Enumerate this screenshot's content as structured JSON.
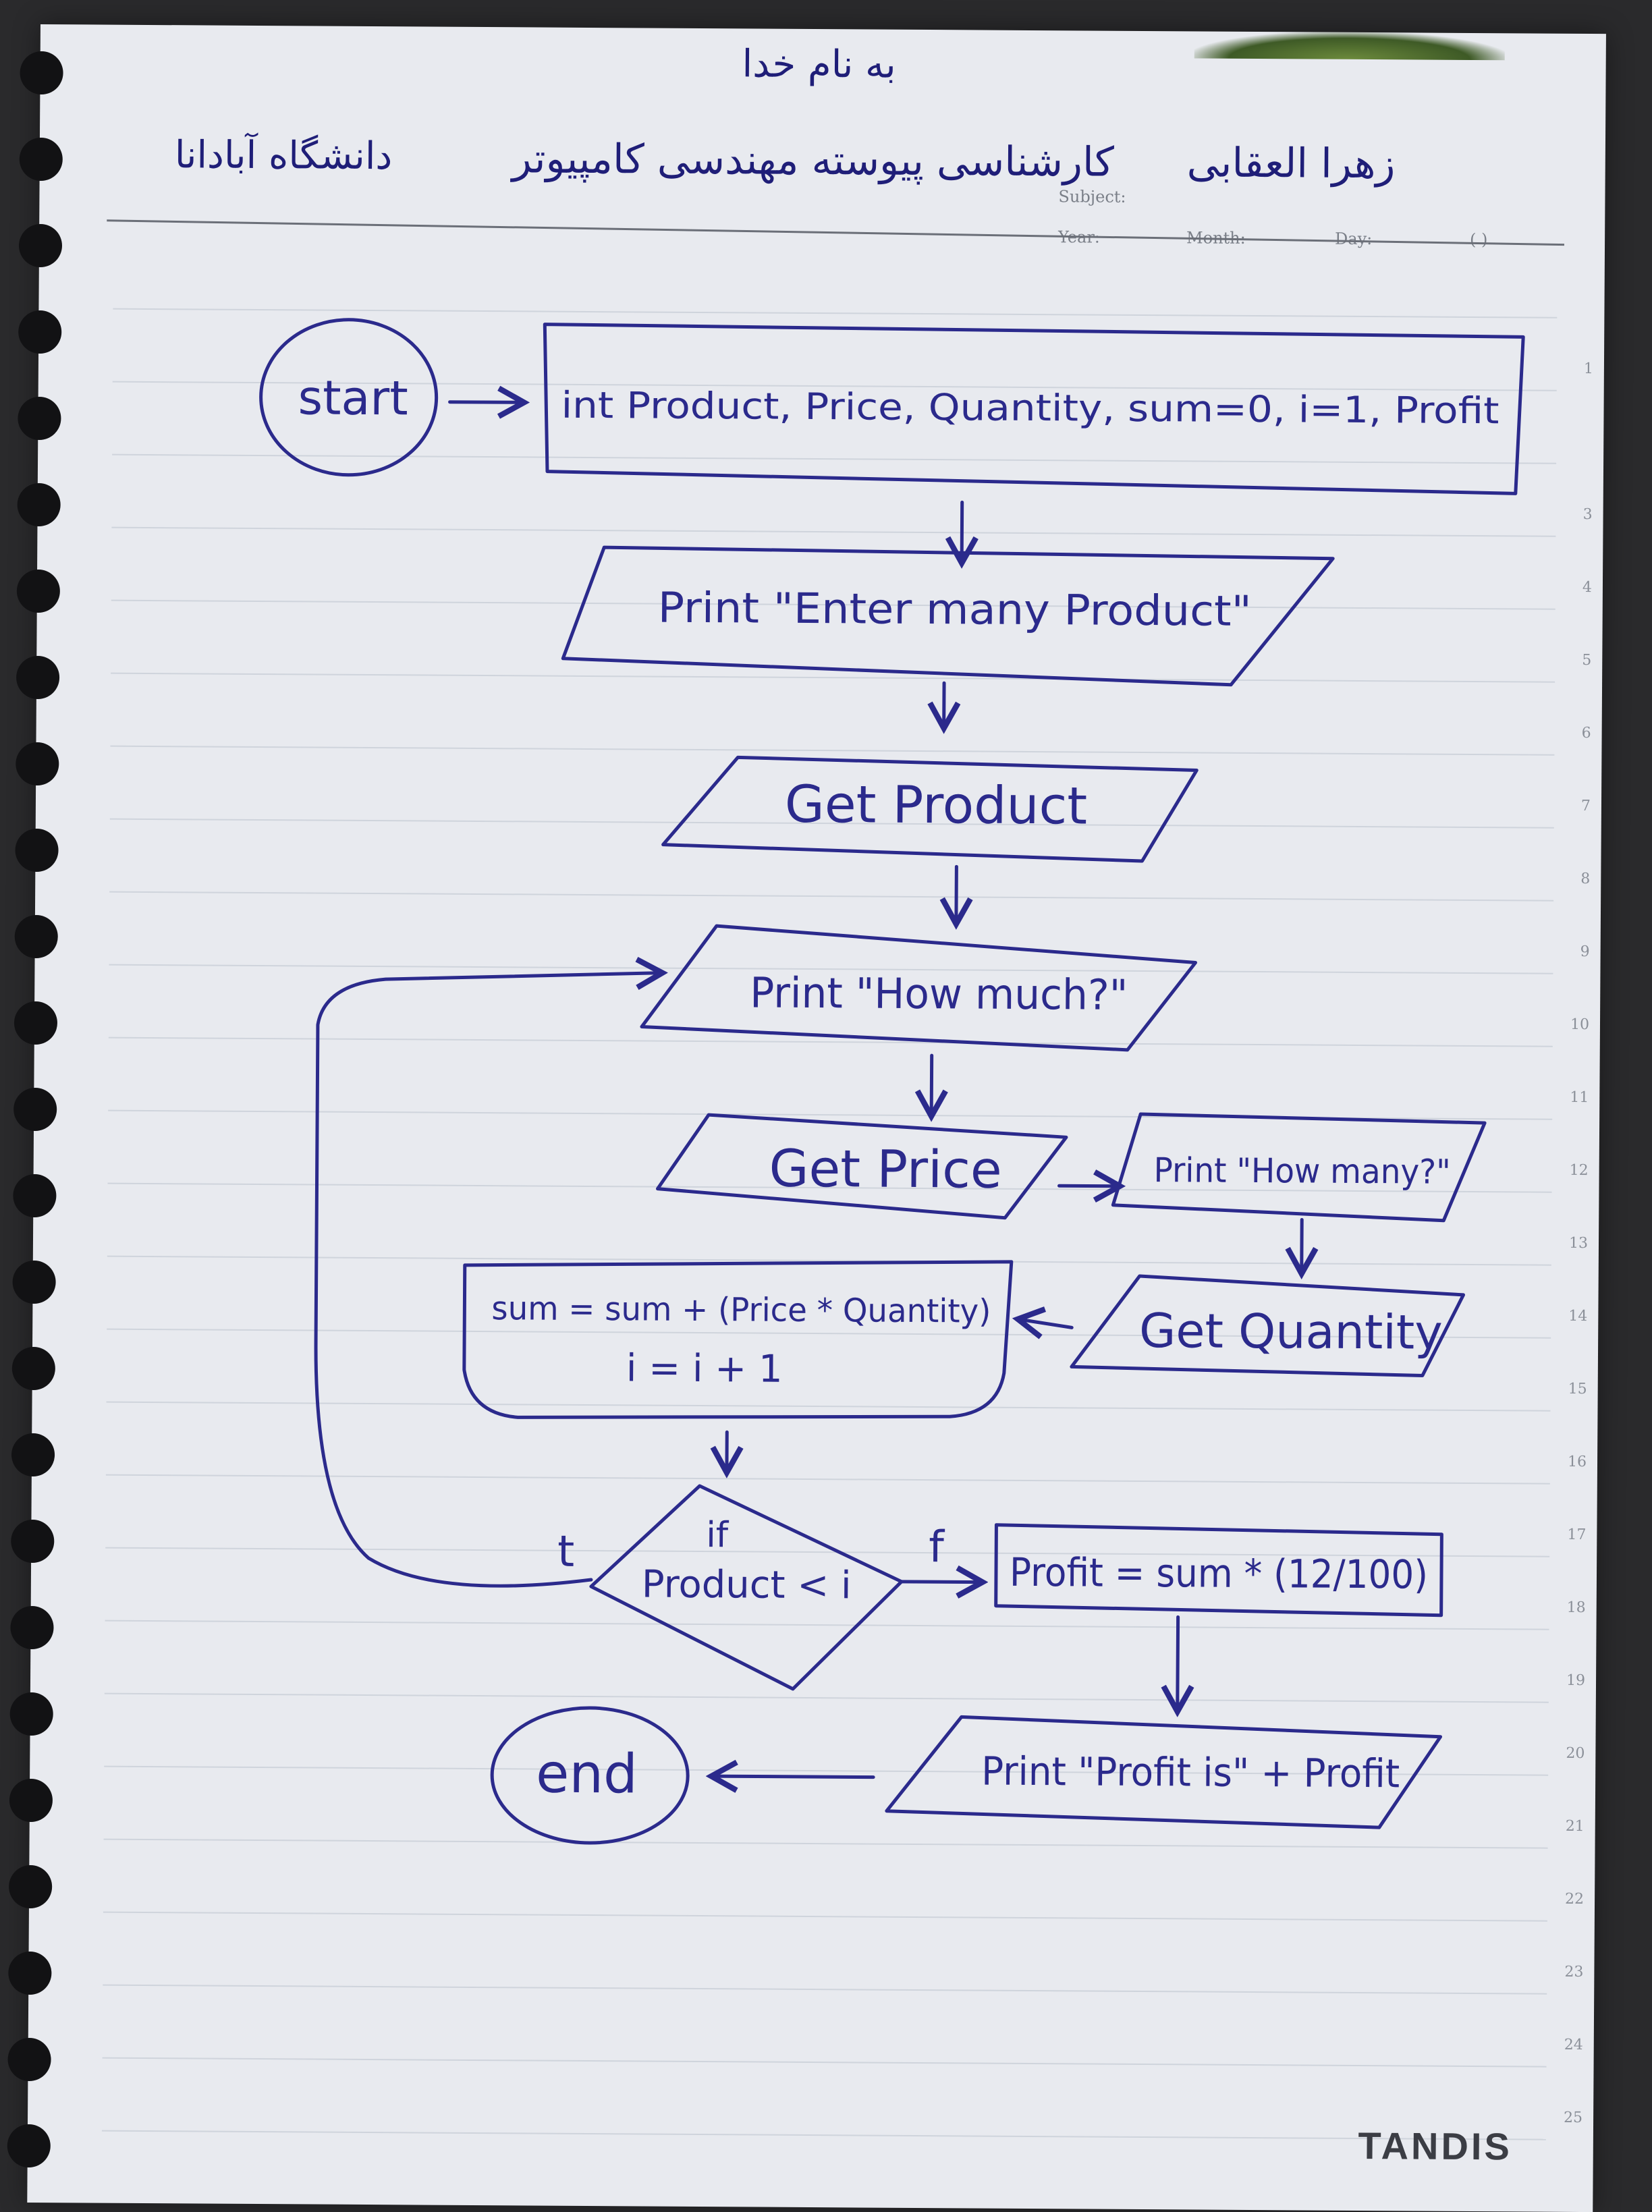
{
  "header": {
    "bismillah": "به نام خدا",
    "university": "دانشگاه آبادانا",
    "program": "کارشناسی پیوسته مهندسی کامپیوتر",
    "author": "زهرا العقابی",
    "subject_label": "Subject:",
    "year_label": "Year:",
    "month_label": "Month:",
    "day_label": "Day:",
    "paren": "( )"
  },
  "line_numbers": [
    "1",
    "3",
    "4",
    "5",
    "6",
    "7",
    "8",
    "9",
    "10",
    "11",
    "12",
    "13",
    "14",
    "15",
    "16",
    "17",
    "18",
    "19",
    "20",
    "21",
    "22",
    "23",
    "24",
    "25"
  ],
  "brand": "TANDIS",
  "flowchart": {
    "start": "start",
    "declare": "int Product, Price, Quantity, sum=0, i=1, Profit",
    "print_enter": "Print \"Enter many Product\"",
    "get_product": "Get Product",
    "print_how_much": "Print \"How much?\"",
    "get_price": "Get Price",
    "print_how_many": "Print \"How many?\"",
    "get_quantity": "Get Quantity",
    "process_line1": "sum = sum + (Price * Quantity)",
    "process_line2": "i = i + 1",
    "decision_line1": "if",
    "decision_line2": "Product < i",
    "true_label": "t",
    "false_label": "f",
    "profit_calc": "Profit = sum * (12/100)",
    "print_profit": "Print \"Profit is\" + Profit",
    "end": "end"
  },
  "colors": {
    "ink": "#2b2a8c",
    "paper": "#e8eaef",
    "rule": "#cfd4dc"
  }
}
